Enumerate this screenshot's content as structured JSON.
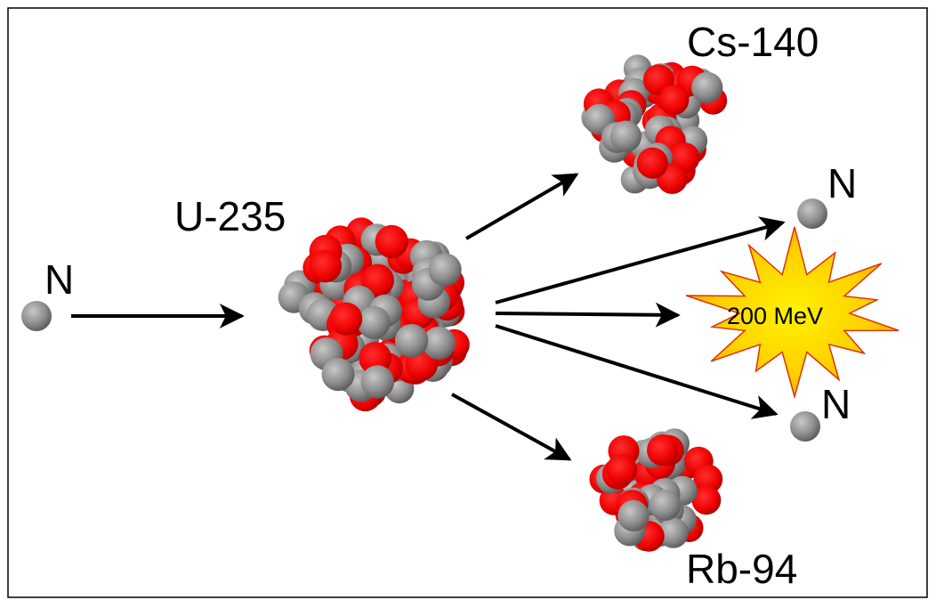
{
  "labels": {
    "incoming_neutron": "N",
    "uranium": "U-235",
    "cesium": "Cs-140",
    "rubidium": "Rb-94",
    "neutron_top": "N",
    "neutron_bottom": "N",
    "energy": "200 MeV"
  },
  "colors": {
    "proton": "#ff0000",
    "neutron": "#8a8a8a",
    "arrow": "#000000",
    "burst_fill_inner": "#ffee00",
    "burst_fill_outer": "#ffa500",
    "burst_outline": "#dd3300",
    "frame": "#000000"
  }
}
